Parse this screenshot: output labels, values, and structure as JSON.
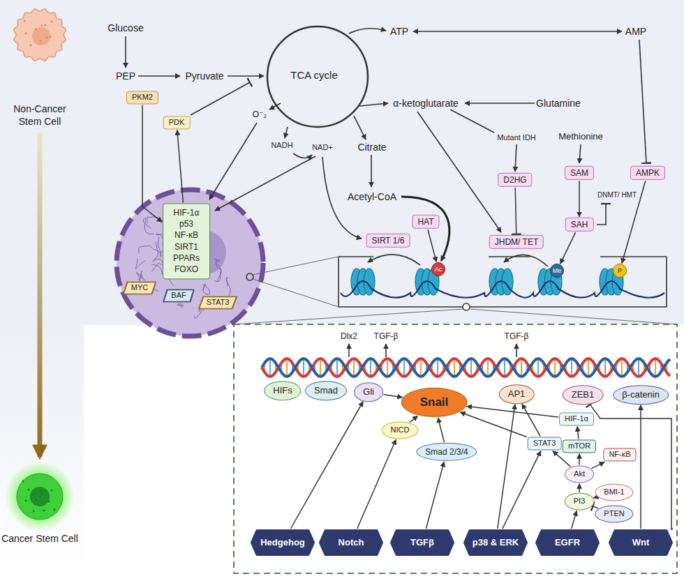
{
  "diagram": {
    "nodes": [
      {
        "text": [
          "Non-Cancer Stem Cell"
        ]
      },
      {
        "text": [
          "PKM2"
        ]
      },
      {
        "text": [
          "PDK"
        ]
      },
      {
        "text": [
          "HIF-1α p53 NF-κB SIRT1 PPARs FOXO"
        ]
      },
      {
        "text": [
          "SIRT 1/6"
        ]
      },
      {
        "text": [
          "HAT"
        ]
      },
      {
        "text": [
          "D2HG"
        ]
      },
      {
        "text": [
          "JHDM/ TET"
        ]
      },
      {
        "text": [
          "SAM"
        ]
      },
      {
        "text": [
          "SAH"
        ]
      },
      {
        "text": [
          "AMPK"
        ]
      },
      {
        "text": [
          "MYC"
        ]
      },
      {
        "text": [
          "BAF"
        ]
      },
      {
        "text": [
          "STAT3"
        ]
      },
      {
        "text": [
          "Ac"
        ]
      },
      {
        "text": [
          "Me"
        ]
      },
      {
        "text": [
          "P"
        ]
      },
      {
        "text": [
          "HIFs"
        ]
      },
      {
        "text": [
          "Smad"
        ]
      },
      {
        "text": [
          "Gli"
        ]
      },
      {
        "text": [
          "Snail"
        ]
      },
      {
        "text": [
          "AP1"
        ]
      },
      {
        "text": [
          "ZEB1"
        ]
      },
      {
        "text": [
          "β-catenin"
        ]
      },
      {
        "text": [
          "NICD"
        ]
      },
      {
        "text": [
          "HIF-1α"
        ]
      },
      {
        "text": [
          "Smad 2/3/4"
        ]
      },
      {
        "text": [
          "STAT3"
        ]
      },
      {
        "text": [
          "mTOR"
        ]
      },
      {
        "text": [
          "NF-κB"
        ]
      },
      {
        "text": [
          "Akt"
        ]
      },
      {
        "text": [
          "BMI-1"
        ]
      },
      {
        "text": [
          "PI3"
        ]
      },
      {
        "text": [
          "PTEN"
        ]
      },
      {
        "text": [
          "Hedgehog"
        ]
      },
      {
        "text": [
          "Notch"
        ]
      },
      {
        "text": [
          "TGFβ"
        ]
      },
      {
        "text": [
          "p38 & ERK"
        ]
      },
      {
        "text": [
          "EGFR"
        ]
      },
      {
        "text": [
          "Wnt"
        ]
      },
      {
        "text": [
          "Cancer Stem Cell"
        ]
      }
    ],
    "edges": [
      {
        "from": 0,
        "to": 40,
        "arrow": "to"
      },
      {
        "from": 1,
        "to": 3,
        "arrow": "to"
      },
      {
        "from": 3,
        "to": 2,
        "arrow": "to"
      },
      {
        "from": 5,
        "to": 14,
        "arrow": "to"
      },
      {
        "from": 6,
        "to": 7,
        "arrow": "to"
      },
      {
        "from": 8,
        "to": 9,
        "arrow": "to"
      },
      {
        "from": 9,
        "to": 15,
        "arrow": "to"
      },
      {
        "from": 10,
        "to": 16,
        "arrow": "to"
      },
      {
        "from": 34,
        "to": 19,
        "arrow": "to"
      },
      {
        "from": 35,
        "to": 24,
        "arrow": "to"
      },
      {
        "from": 36,
        "to": 26,
        "arrow": "to"
      },
      {
        "from": 37,
        "to": 27,
        "arrow": "to"
      },
      {
        "from": 37,
        "to": 21,
        "arrow": "to"
      },
      {
        "from": 38,
        "to": 32,
        "arrow": "to"
      },
      {
        "from": 39,
        "to": 23,
        "arrow": "to"
      },
      {
        "from": 39,
        "to": 22,
        "arrow": "to"
      },
      {
        "from": 24,
        "to": 20,
        "arrow": "to"
      },
      {
        "from": 26,
        "to": 20,
        "arrow": "to"
      },
      {
        "from": 19,
        "to": 20,
        "arrow": "to"
      },
      {
        "from": 27,
        "to": 20,
        "arrow": "to"
      },
      {
        "from": 25,
        "to": 20,
        "arrow": "to"
      },
      {
        "from": 27,
        "to": 21,
        "arrow": "to"
      },
      {
        "from": 32,
        "to": 30,
        "arrow": "to"
      },
      {
        "from": 30,
        "to": 28,
        "arrow": "to"
      },
      {
        "from": 30,
        "to": 29,
        "arrow": "to"
      },
      {
        "from": 28,
        "to": 25,
        "arrow": "to"
      },
      {
        "from": 30,
        "to": 27,
        "arrow": "to"
      },
      {
        "from": 31,
        "to": 32,
        "arrow": "to"
      },
      {
        "from": 33,
        "to": 32,
        "arrow": "to"
      }
    ],
    "labels": [
      "Glucose",
      "PEP",
      "Pyruvate",
      "TCA cycle",
      "ATP",
      "AMP",
      "α-ketoglutarate",
      "Glutamine",
      "O⁻₂",
      "NADH",
      "NAD+",
      "Citrate",
      "Acetyl-CoA",
      "Mutant IDH",
      "Methionine",
      "DNMT/ HMT",
      "Dlx2",
      "TGF-β",
      "TGF-β"
    ]
  }
}
